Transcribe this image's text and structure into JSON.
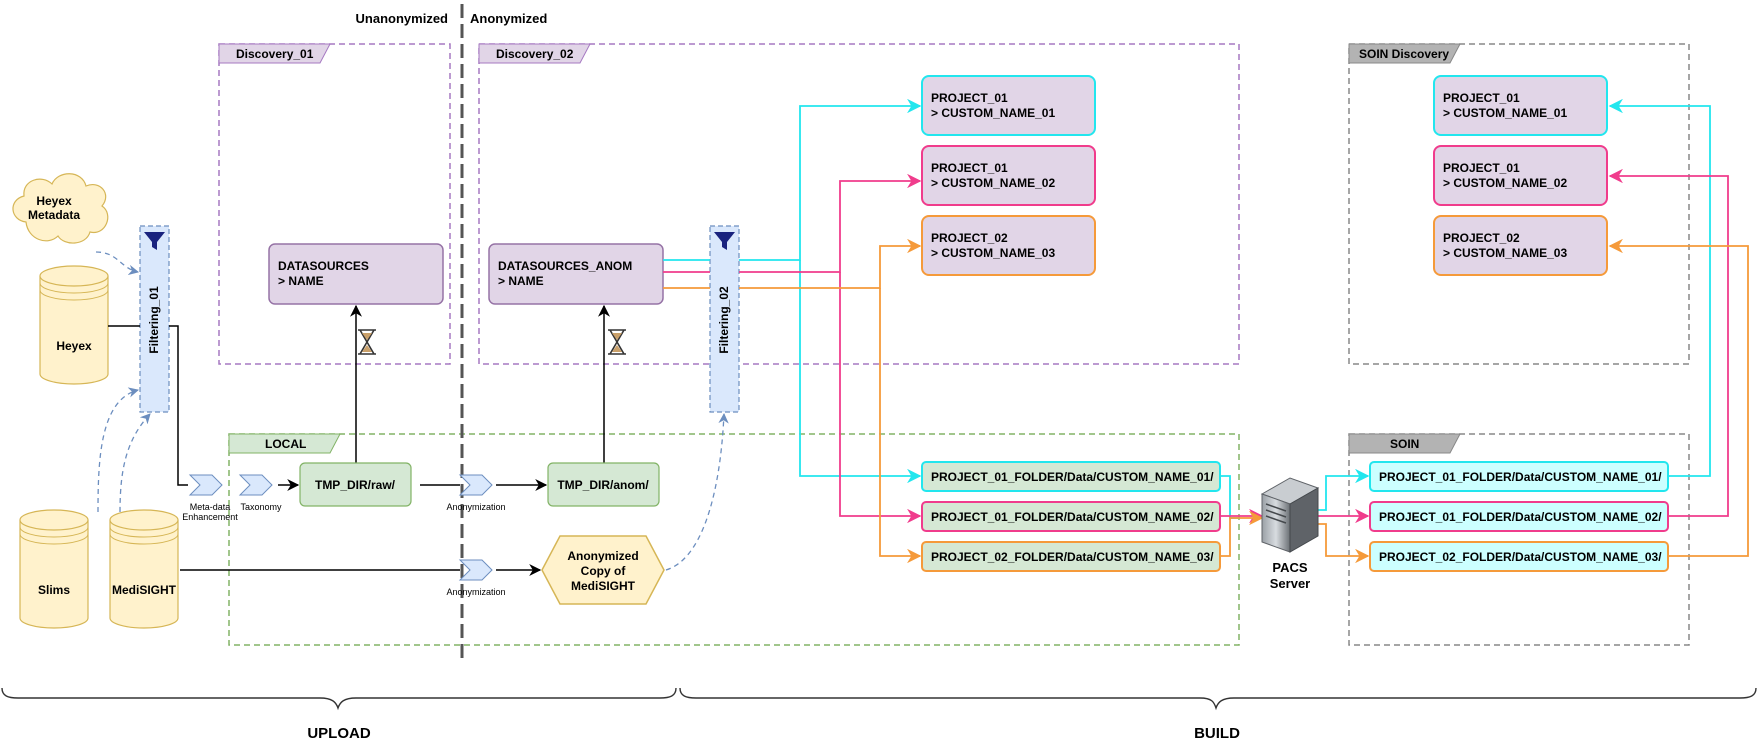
{
  "labels": {
    "unanonymized": "Unanonymized",
    "anonymized": "Anonymized",
    "upload": "UPLOAD",
    "build": "BUILD"
  },
  "groups": {
    "discovery_01": "Discovery_01",
    "discovery_02": "Discovery_02",
    "soin_discovery": "SOIN Discovery",
    "local": "LOCAL",
    "soin": "SOIN"
  },
  "sources": {
    "heyex_metadata_1": "Heyex",
    "heyex_metadata_2": "Metadata",
    "heyex": "Heyex",
    "slims": "Slims",
    "medisight": "MediSIGHT"
  },
  "filters": {
    "filtering_01": "Filtering_01",
    "filtering_02": "Filtering_02"
  },
  "steps": {
    "metadata_1": "Meta-data",
    "metadata_2": "Enhancement",
    "taxonomy": "Taxonomy",
    "anonymization_1": "Anonymization",
    "anonymization_2": "Anonymization"
  },
  "nodes": {
    "datasources_1": "DATASOURCES",
    "datasources_2": "> NAME",
    "datasources_anom_1": "DATASOURCES_ANOM",
    "datasources_anom_2": "> NAME",
    "tmp_raw": "TMP_DIR/raw/",
    "tmp_anom": "TMP_DIR/anom/",
    "anon_copy_1": "Anonymized",
    "anon_copy_2": "Copy of",
    "anon_copy_3": "MediSIGHT",
    "pacs_1": "PACS",
    "pacs_2": "Server"
  },
  "projects": [
    {
      "line1": "PROJECT_01",
      "line2": "> CUSTOM_NAME_01",
      "color": "#22e6ee"
    },
    {
      "line1": "PROJECT_01",
      "line2": "> CUSTOM_NAME_02",
      "color": "#f03c8c"
    },
    {
      "line1": "PROJECT_02",
      "line2": "> CUSTOM_NAME_03",
      "color": "#f59a3a"
    }
  ],
  "folders": [
    {
      "label": "PROJECT_01_FOLDER/Data/CUSTOM_NAME_01/",
      "color": "#22e6ee"
    },
    {
      "label": "PROJECT_01_FOLDER/Data/CUSTOM_NAME_02/",
      "color": "#f03c8c"
    },
    {
      "label": "PROJECT_02_FOLDER/Data/CUSTOM_NAME_03/",
      "color": "#f59a3a"
    }
  ],
  "soin_projects": [
    {
      "line1": "PROJECT_01",
      "line2": "> CUSTOM_NAME_01",
      "color": "#22e6ee"
    },
    {
      "line1": "PROJECT_01",
      "line2": "> CUSTOM_NAME_02",
      "color": "#f03c8c"
    },
    {
      "line1": "PROJECT_02",
      "line2": "> CUSTOM_NAME_03",
      "color": "#f59a3a"
    }
  ],
  "soin_folders": [
    {
      "label": "PROJECT_01_FOLDER/Data/CUSTOM_NAME_01/",
      "color": "#22e6ee"
    },
    {
      "label": "PROJECT_01_FOLDER/Data/CUSTOM_NAME_02/",
      "color": "#f03c8c"
    },
    {
      "label": "PROJECT_02_FOLDER/Data/CUSTOM_NAME_03/",
      "color": "#f59a3a"
    }
  ],
  "colors": {
    "cyan": "#22e6ee",
    "pink": "#f03c8c",
    "orange": "#f59a3a",
    "discovery_border": "#a679c2",
    "local_border": "#82b366",
    "soin_border": "#888888",
    "db_fill": "#fff2cc",
    "db_stroke": "#d6b656",
    "purple_fill": "#e1d5e7",
    "purple_stroke": "#9673a6",
    "green_fill": "#d5e8d4",
    "filter_fill": "#dae8fc",
    "filter_stroke": "#6c8ebf",
    "soin_folder_fill": "#ccffff"
  }
}
